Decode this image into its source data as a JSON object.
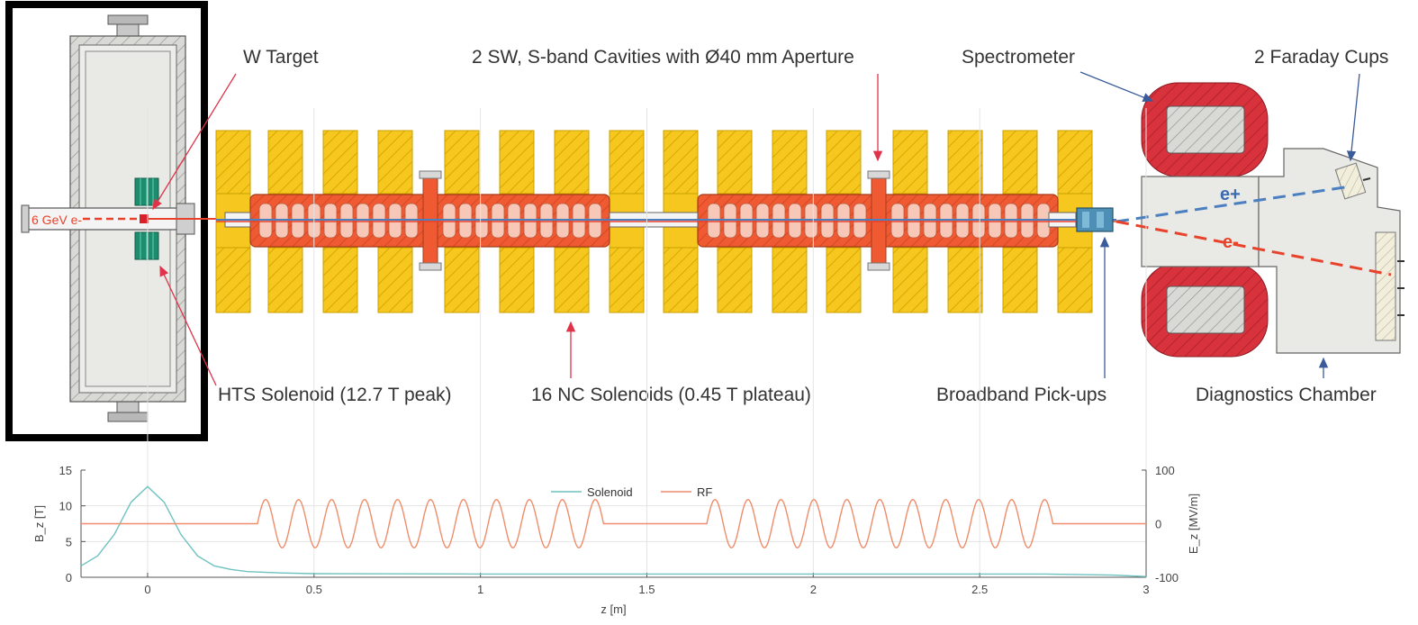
{
  "colors": {
    "solenoid_yellow": "#F6C71E",
    "solenoid_hatch": "#D9A800",
    "cavity_orange": "#F05A32",
    "cell_pink": "#F7C8B8",
    "chamber_grey": "#E9E9E6",
    "hts_green": "#1E8C6E",
    "magnet_red": "#D8323C",
    "beam_red": "#E8432A",
    "beam_blue": "#4A7FC0",
    "pointer_red": "#E0334A",
    "pointer_blue": "#3B5C9A",
    "solenoid_curve": "#6FC2C0",
    "rf_curve": "#F08C6A"
  },
  "labels": {
    "w_target": "W Target",
    "cavities": "2 SW, S-band Cavities with Ø40 mm Aperture",
    "spectrometer": "Spectrometer",
    "faraday": "2 Faraday Cups",
    "hts": "HTS Solenoid (12.7 T peak)",
    "nc": "16 NC Solenoids (0.45 T plateau)",
    "pickups": "Broadband Pick-ups",
    "diagnostics": "Diagnostics Chamber",
    "beam": "6 GeV e-",
    "positron": "e+",
    "electron": "e-"
  },
  "chart_data": {
    "type": "line",
    "xlabel": "z [m]",
    "ylabel_left": "B_z [T]",
    "ylabel_right": "E_z [MV/m]",
    "xlim": [
      -0.2,
      3.0
    ],
    "ylim_left": [
      0,
      15
    ],
    "ylim_right": [
      -100,
      100
    ],
    "x_ticks": [
      "0",
      "0.5",
      "1",
      "1.5",
      "2",
      "2.5",
      "3"
    ],
    "x_tick_values": [
      0,
      0.5,
      1,
      1.5,
      2,
      2.5,
      3
    ],
    "y_left_ticks": [
      "0",
      "5",
      "10",
      "15"
    ],
    "y_left_tick_values": [
      0,
      5,
      10,
      15
    ],
    "y_right_ticks": [
      "-100",
      "0",
      "100"
    ],
    "y_right_tick_values": [
      -100,
      0,
      100
    ],
    "grid": true,
    "legend_position": "top-center",
    "series": [
      {
        "name": "Solenoid",
        "axis": "left",
        "x": [
          -0.2,
          -0.15,
          -0.1,
          -0.05,
          0.0,
          0.05,
          0.1,
          0.15,
          0.2,
          0.25,
          0.3,
          0.4,
          0.5,
          1.0,
          1.5,
          2.0,
          2.5,
          2.7,
          2.9,
          3.0
        ],
        "y": [
          1.6,
          3.0,
          6.0,
          10.5,
          12.7,
          10.5,
          6.0,
          3.0,
          1.6,
          1.1,
          0.8,
          0.6,
          0.5,
          0.45,
          0.45,
          0.45,
          0.45,
          0.45,
          0.3,
          0.1
        ]
      },
      {
        "name": "RF",
        "axis": "right",
        "segments": [
          {
            "x_start": 0.33,
            "x_end": 1.37,
            "amplitude": 45,
            "half_periods": 21
          },
          {
            "x_start": 1.68,
            "x_end": 2.72,
            "amplitude": 45,
            "half_periods": 21
          }
        ],
        "baseline": 0
      }
    ]
  }
}
